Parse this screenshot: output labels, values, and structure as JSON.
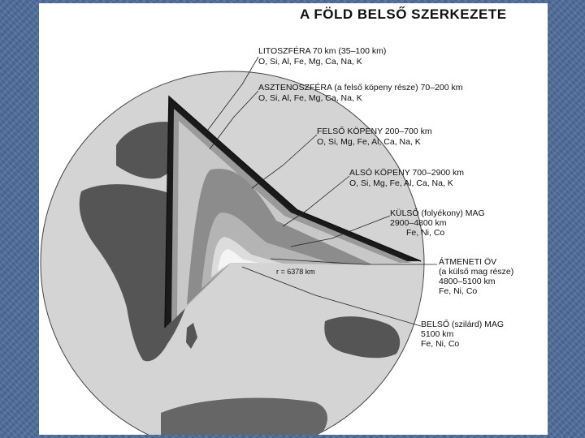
{
  "title": "A FÖLD BELSŐ SZERKEZETE",
  "radius_label": "r = 6378 km",
  "layers": [
    {
      "lines": [
        "LITOSZFÉRA 70 km (35–100 km)",
        "O, Si, Al, Fe, Mg, Ca, Na, K"
      ]
    },
    {
      "lines": [
        "ASZTENOSZFÉRA (a felső köpeny része) 70–200 km",
        "O, Si, Al, Fe, Mg, Ca, Na, K"
      ]
    },
    {
      "lines": [
        "FELSŐ KÖPENY 200–700 km",
        "O, Si, Mg, Fe, Al, Ca, Na, K"
      ]
    },
    {
      "lines": [
        "ALSÓ KÖPENY 700–2900 km",
        "O, Si, Mg, Fe, Al, Ca, Na, K"
      ]
    },
    {
      "lines": [
        "KÜLSŐ (folyékony) MAG",
        "2900–4800 km",
        "Fe, Ni, Co"
      ]
    },
    {
      "lines": [
        "ÁTMENETI ÖV",
        "(a külső mag része)",
        "4800–5100 km",
        "Fe, Ni, Co"
      ]
    },
    {
      "lines": [
        "BELSŐ (szilárd) MAG",
        "5100 km",
        "Fe, Ni, Co"
      ]
    }
  ],
  "colors": {
    "background": "#4f6e9c",
    "ocean": "#d4d4d4",
    "land": "#555555",
    "crust": "#1a1a1a",
    "asthenosphere": "#9a9a9a",
    "upper_mantle": "#c8c8c8",
    "lower_mantle": "#8c8c8c",
    "outer_core": "#b4b4b4",
    "transition": "#dcdcdc",
    "inner_core": "#f4f4f4"
  }
}
